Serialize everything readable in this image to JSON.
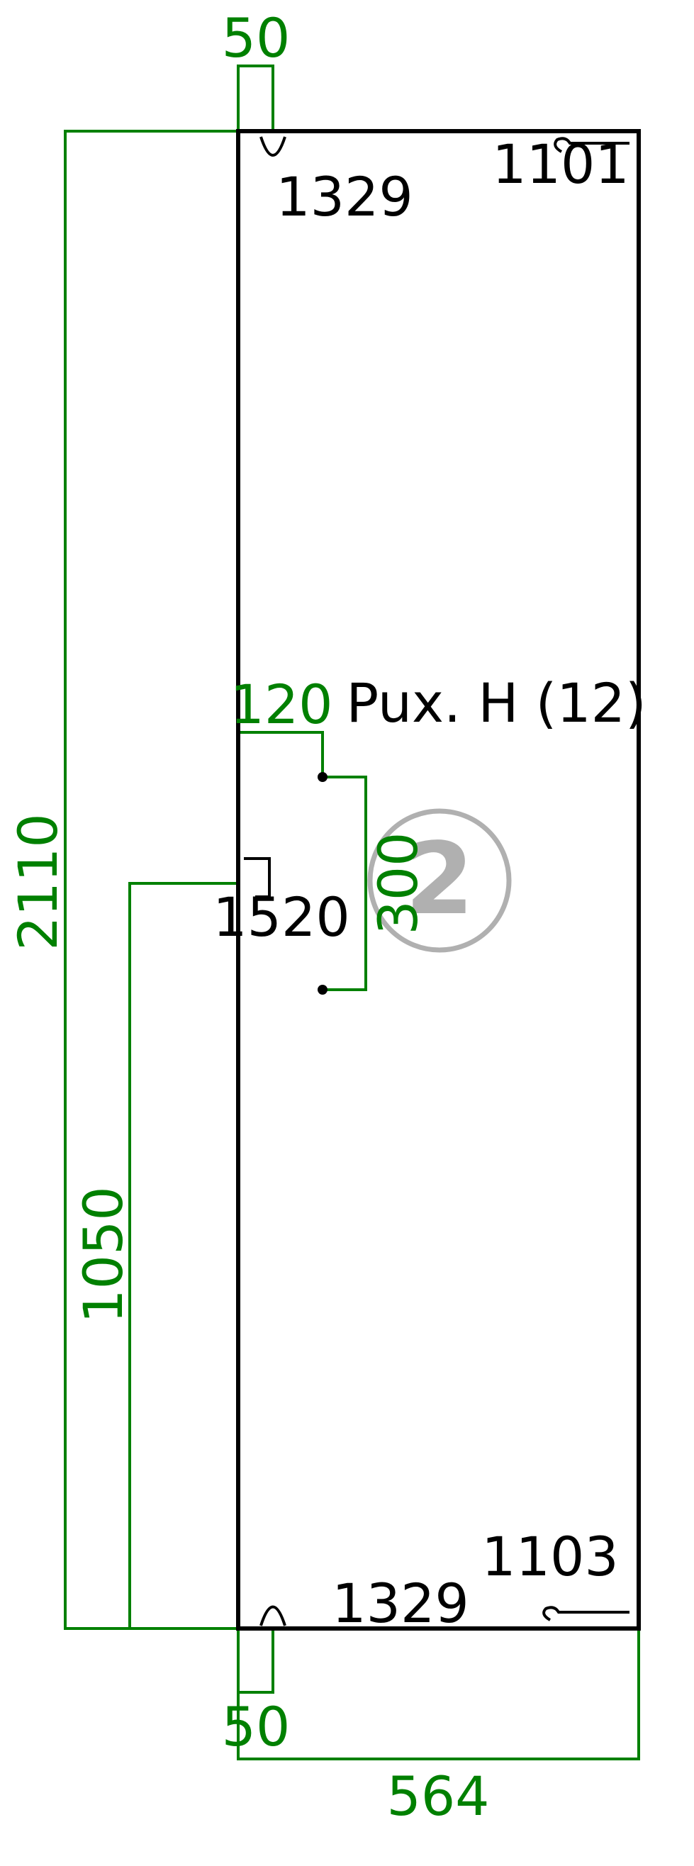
{
  "colors": {
    "dimension": "#008000",
    "outline": "#000000",
    "marker": "#b0b0b0",
    "background": "#ffffff"
  },
  "dimensions": {
    "top_offset": "50",
    "bottom_offset": "50",
    "total_height": "2110",
    "handle_height": "1050",
    "width": "564",
    "hole_offset": "120",
    "hole_spacing": "300"
  },
  "part_labels": {
    "top_hinge": "1329",
    "top_right_fitting": "1101",
    "handle": "1520",
    "bottom_hinge": "1329",
    "bottom_right_fitting": "1103",
    "panel_name": "Pux. H (12)"
  },
  "marker": {
    "number": "2"
  }
}
